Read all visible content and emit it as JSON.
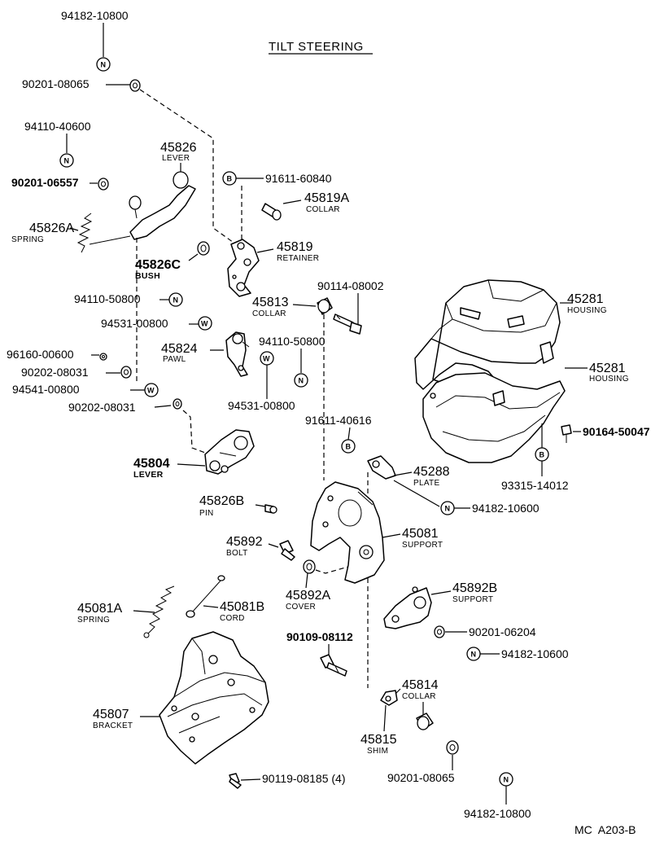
{
  "title": "TILT STEERING",
  "footer_code": "MC  A203-B",
  "labels": {
    "t1": "94182-10800",
    "t2": "90201-08065",
    "t3": "94110-40600",
    "t4": "90201-06557",
    "n45826": "45826",
    "s_lever1": "LEVER",
    "n45826A": "45826A",
    "s_spring1": "SPRING",
    "t5": "91611-60840",
    "n45819A": "45819A",
    "s_collar1": "COLLAR",
    "n45819": "45819",
    "s_retainer": "RETAINER",
    "n45826C": "45826C",
    "s_bush": "BUSH",
    "t6": "94110-50800",
    "t7": "94531-00800",
    "n45813": "45813",
    "s_collar2": "COLLAR",
    "t8": "90114-08002",
    "n45824": "45824",
    "s_pawl": "PAWL",
    "t9": "94110-50800",
    "t10": "96160-00600",
    "t11": "90202-08031",
    "t12": "94541-00800",
    "t13": "94531-00800",
    "t14": "90202-08031",
    "t15": "91611-40616",
    "n45804": "45804",
    "s_lever2": "LEVER",
    "n45288": "45288",
    "s_plate": "PLATE",
    "t16": "94182-10600",
    "n45826B": "45826B",
    "s_pin": "PIN",
    "n45081": "45081",
    "s_support1": "SUPPORT",
    "n45892": "45892",
    "s_bolt": "BOLT",
    "n45892A": "45892A",
    "s_cover": "COVER",
    "n45081A": "45081A",
    "s_spring2": "SPRING",
    "n45081B": "45081B",
    "s_cord": "CORD",
    "n45892B": "45892B",
    "s_support2": "SUPPORT",
    "t17": "90201-06204",
    "t18": "94182-10600",
    "t19": "90109-08112",
    "n45814": "45814",
    "s_collar3": "COLLAR",
    "n45815": "45815",
    "s_shim": "SHIM",
    "n45807": "45807",
    "s_bracket": "BRACKET",
    "t20": "90119-08185 (4)",
    "t21": "90201-08065",
    "t22": "94182-10800",
    "n45281a": "45281",
    "s_housing1": "HOUSING",
    "n45281b": "45281",
    "s_housing2": "HOUSING",
    "t23": "90164-50047",
    "t24": "93315-14012"
  },
  "markers": {
    "N": "N",
    "W": "W",
    "B": "B"
  }
}
